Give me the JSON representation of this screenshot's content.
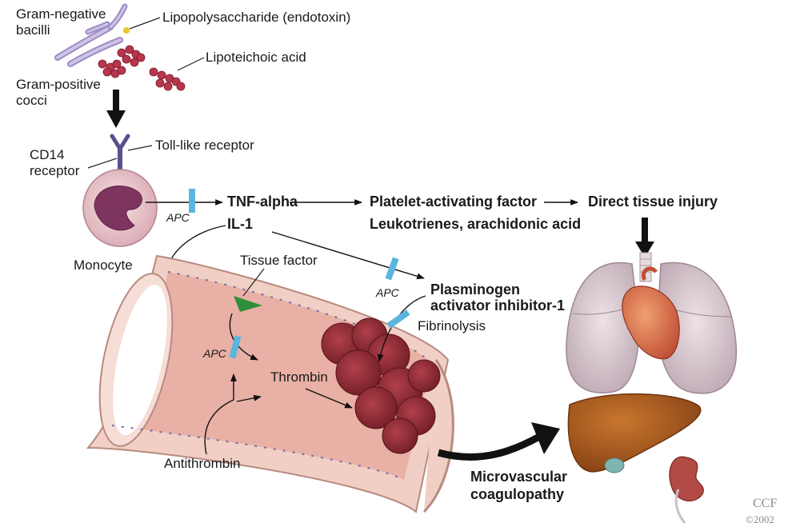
{
  "labels": {
    "gram_negative": "Gram-negative",
    "bacilli": "bacilli",
    "lps": "Lipopolysaccharide (endotoxin)",
    "gram_positive": "Gram-positive",
    "cocci": "cocci",
    "lipoteichoic": "Lipoteichoic acid",
    "cd14": "CD14",
    "receptor": "receptor",
    "toll_like": "Toll-like receptor",
    "monocyte": "Monocyte",
    "apc": "APC",
    "tnf_alpha": "TNF-alpha",
    "il1": "IL-1",
    "paf": "Platelet-activating factor",
    "leukotrienes": "Leukotrienes, arachidonic acid",
    "direct_injury": "Direct tissue injury",
    "tissue_factor": "Tissue factor",
    "pai_line1": "Plasminogen",
    "pai_line2": "activator inhibitor-1",
    "fibrinolysis": "Fibrinolysis",
    "thrombin": "Thrombin",
    "antithrombin": "Antithrombin",
    "microvascular_1": "Microvascular",
    "microvascular_2": "coagulopathy",
    "ccf": "CCF",
    "copyright": "©2002"
  },
  "colors": {
    "blocker": "#5bb5de",
    "vessel_outer": "#f1cfc5",
    "vessel_lumen": "#e9b0a5",
    "clot": "#8c2a30",
    "tissue_factor": "#2f8f3a",
    "monocyte_cell": "#efd3d6",
    "monocyte_nucleus": "#7d3560",
    "lung": "#d9c8cf",
    "heart": "#d96a4a",
    "liver": "#a5561f",
    "kidney": "#b24a45",
    "bacilli": "#b3a3d1",
    "cocci": "#b8374c"
  }
}
